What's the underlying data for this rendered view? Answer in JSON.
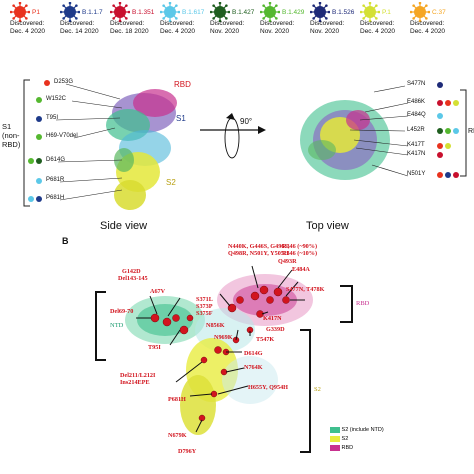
{
  "variants": [
    {
      "name": "P1",
      "color": "#e8321e",
      "discovered_label": "Discovered:",
      "date": "Dec. 4 2020"
    },
    {
      "name": "B.1.1.7",
      "color": "#1e3a8a",
      "discovered_label": "Discovered:",
      "date": "Dec. 14 2020"
    },
    {
      "name": "B.1.351",
      "color": "#c8102e",
      "discovered_label": "Discovered:",
      "date": "Dec. 18 2020"
    },
    {
      "name": "B.1.617",
      "color": "#5bc8e8",
      "discovered_label": "Discovered:",
      "date": "Dec. 4 2020"
    },
    {
      "name": "B.1.427",
      "color": "#1f5e1f",
      "discovered_label": "Discovered:",
      "date": "Nov. 2020"
    },
    {
      "name": "B.1.429",
      "color": "#55b830",
      "discovered_label": "Discovered:",
      "date": "Nov. 2020"
    },
    {
      "name": "B.1.526",
      "color": "#1e2a78",
      "discovered_label": "Discovered:",
      "date": "Nov. 2020"
    },
    {
      "name": "P.1",
      "color": "#d4e034",
      "discovered_label": "Discovered:",
      "date": "Dec. 4 2020"
    },
    {
      "name": "C.37",
      "color": "#f5a623",
      "discovered_label": "Discovered:",
      "date": "Dec. 4 2020"
    }
  ],
  "panel_a": {
    "side_view": {
      "caption": "Side view",
      "rbd_label": "RBD",
      "s1_label": "S1",
      "s2_label": "S2",
      "s1_nonrbd_label": [
        "S1",
        "(non-",
        "RBD)"
      ],
      "mutations": [
        "D253G",
        "W152C",
        "T95I",
        "H69-V70del",
        "D614G",
        "P681R",
        "P681H"
      ]
    },
    "rotation_label": "90°",
    "top_view": {
      "caption": "Top view",
      "side_label": "RI",
      "mutations": [
        "S477N",
        "E486K",
        "E484Q",
        "L452R",
        "K417T",
        "K417N",
        "N501Y"
      ]
    }
  },
  "panel_b": {
    "label": "B",
    "ntd_label": "NTD",
    "rbd_label": "RBD",
    "s2_label": "S2",
    "mutations": [
      "N440K, G446S, G496S,",
      "Q498R, N501Y, Y505H",
      "R346 (~90%)",
      "R346 (~10%)",
      "Q493R",
      "E484A",
      "S477N, T478K",
      "G142D",
      "Del143-145",
      "A67V",
      "S371L",
      "S373P",
      "S375F",
      "N856K",
      "K417N",
      "G339D",
      "Del69-70",
      "T95I",
      "N969K",
      "T547K",
      "D614G",
      "Del211/L212I",
      "Ins214EPE",
      "N764K",
      "H655Y, Q954H",
      "P681H",
      "N679K",
      "D796Y"
    ],
    "legend": [
      "S2 (include NTD)",
      "S2",
      "RBD"
    ]
  }
}
